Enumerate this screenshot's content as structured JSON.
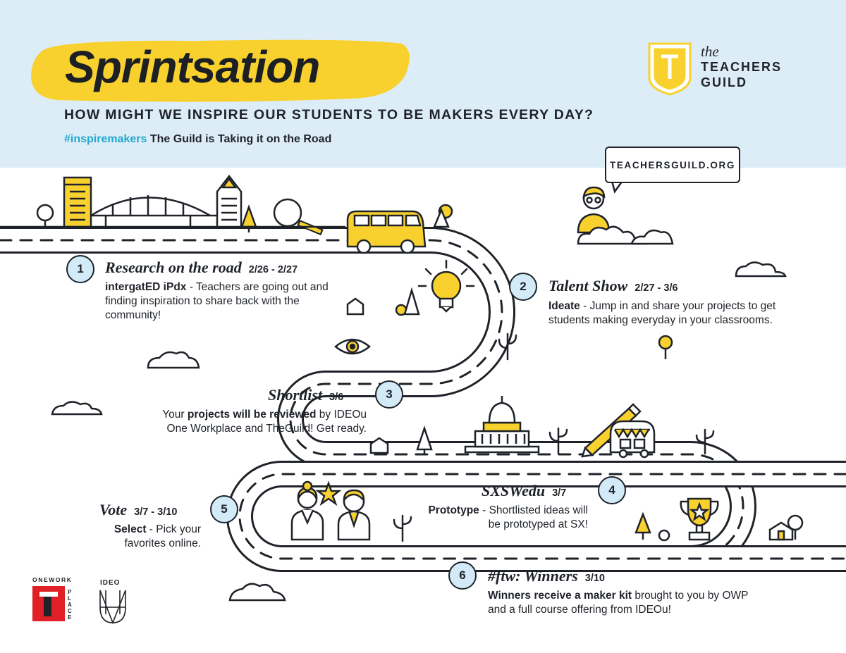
{
  "header": {
    "title": "Sprintsation",
    "question": "HOW MIGHT WE INSPIRE OUR STUDENTS TO BE MAKERS EVERY DAY?",
    "hashtag": "#inspiremakers",
    "tagline": "The Guild is Taking it on the Road"
  },
  "logo": {
    "line1": "the",
    "line2": "TEACHERS",
    "line3": "GUILD",
    "emblem_letter": "T"
  },
  "speech_bubble": "TEACHERSGUILD.ORG",
  "colors": {
    "accent_yellow": "#f8d12f",
    "sky_blue": "#dcedf8",
    "badge_blue": "#d3eaf8",
    "hashtag_blue": "#21a8cf",
    "ink": "#1f2329",
    "owp_red": "#e01f26"
  },
  "steps": [
    {
      "number": "1",
      "title": "Research on the road",
      "date": "2/26 - 2/27",
      "lead": "intergatED iPdx",
      "text": " - Teachers are going out and finding inspiration to share back with the community!"
    },
    {
      "number": "2",
      "title": "Talent Show",
      "date": "2/27 - 3/6",
      "lead": "Ideate",
      "text": " - Jump in and share your projects to get students making everyday in your classrooms."
    },
    {
      "number": "3",
      "title": "Shortlist",
      "date": "3/6",
      "pre": "Your ",
      "lead": "projects will be reviewed",
      "text": " by IDEOu One Workplace and TheGuild! Get ready."
    },
    {
      "number": "4",
      "title": "SXSWedu",
      "date": "3/7",
      "lead": "Prototype",
      "text": " - Shortlisted ideas will be prototyped at SX!"
    },
    {
      "number": "5",
      "title": "Vote",
      "date": "3/7 - 3/10",
      "lead": "Select",
      "text": " - Pick your favorites online."
    },
    {
      "number": "6",
      "title": "#ftw: Winners",
      "date": "3/10",
      "lead": "Winners receive a maker kit",
      "text": " brought to you by OWP and a full course offering from IDEOu!"
    }
  ],
  "sponsors": {
    "owp_top": "ONEWORK",
    "owp_side": "PLACE",
    "ideo": "IDEO"
  },
  "icons": [
    "building-icon",
    "bridge-icon",
    "tower-icon",
    "magnifier-icon",
    "van-icon",
    "teacher-icon",
    "lightbulb-icon",
    "eye-icon",
    "capitol-icon",
    "pencil-icon",
    "airstream-icon",
    "trophy-icon",
    "people-icon",
    "star-icon",
    "cactus-icon",
    "tree-icon",
    "cloud-icon",
    "house-icon"
  ]
}
